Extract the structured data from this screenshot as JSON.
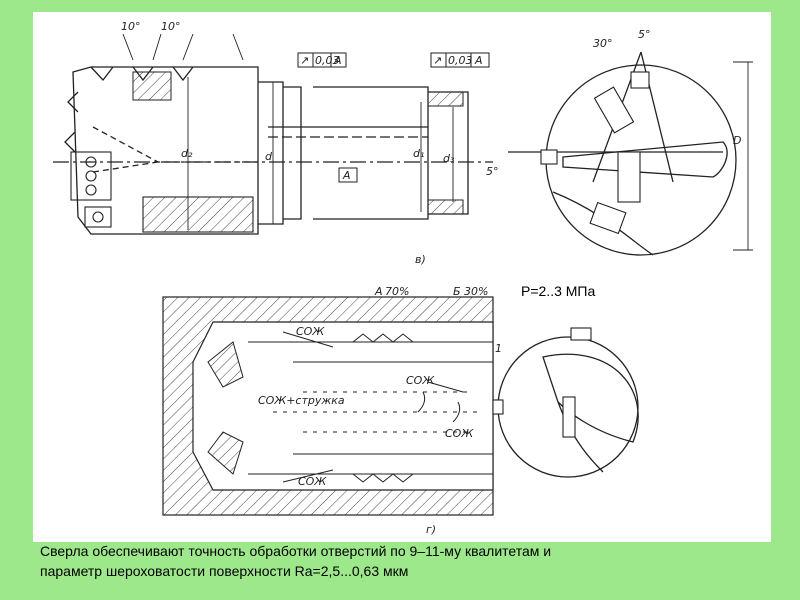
{
  "drawing": {
    "upper": {
      "angle_left": "10°",
      "angle_right": "10°",
      "tolerance_left": "0,03",
      "tolerance_left_datum": "A",
      "tolerance_right": "0,03",
      "tolerance_right_datum": "A",
      "datum_box": "A",
      "dim_d2": "d₂",
      "dim_d": "d",
      "dim_d1": "d₁",
      "dim_d3": "d₃",
      "angle_5": "5°",
      "angle_30": "30°",
      "angle_5_top": "5°",
      "dim_D": "D",
      "caption": "в)"
    },
    "lower": {
      "label_a": "А",
      "pct_a": "70%",
      "label_b": "Б",
      "pct_b": "30%",
      "coolant": "СОЖ",
      "coolant_chips": "СОЖ+стружка",
      "part_number": "1",
      "caption": "г)"
    }
  },
  "pressure_label": "Р=2..3 МПа",
  "caption": {
    "line1": "Сверла обеспечивают точность обработки отверстий по 9–11-му квалитетам и",
    "line2": "параметр шероховатости поверхности Ra=2,5...0,63 мкм"
  }
}
